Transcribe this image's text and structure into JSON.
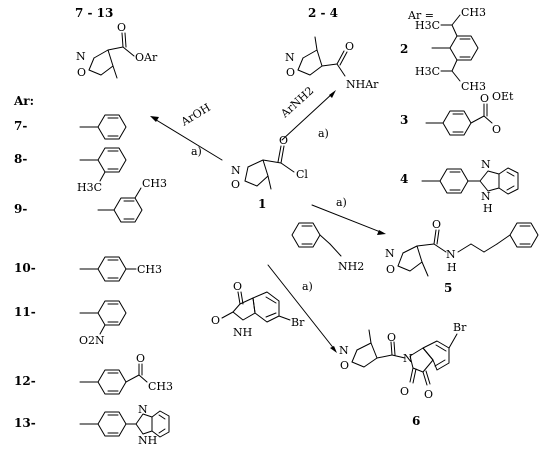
{
  "labels": {
    "series_7_13": "7 - 13",
    "series_2_4": "2 - 4",
    "ar_equals": "Ar =",
    "ar_heading": "Ar:",
    "compound_1": "1",
    "compound_5": "5",
    "compound_6": "6"
  },
  "reactions": {
    "arylation_reagent": "ArOH",
    "amidation_reagent": "ArNH2",
    "condition": "a)"
  },
  "atoms": {
    "N": "N",
    "O": "O",
    "Cl": "Cl",
    "Br": "Br",
    "NH": "NH",
    "NH2": "NH2",
    "OAr": "OAr",
    "NHAr": "NHAr",
    "H": "H",
    "CH3": "CH3",
    "H3C": "H3C",
    "O2N": "O2N",
    "OEt": "OEt"
  },
  "aryl_numbers_2_4": [
    "2",
    "3",
    "4"
  ],
  "aryl_numbers_7_13": [
    "7-",
    "8-",
    "9-",
    "10-",
    "11-",
    "12-",
    "13-"
  ]
}
